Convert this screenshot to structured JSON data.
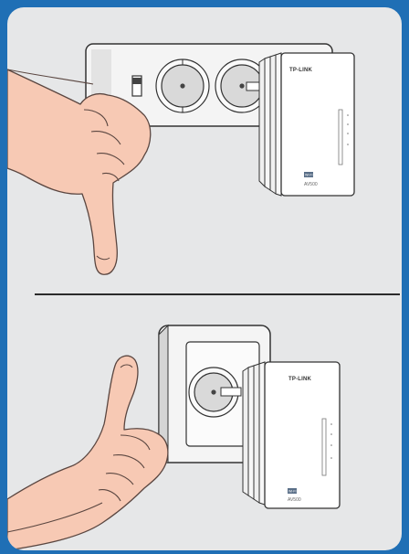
{
  "colors": {
    "border": "#1f6fb5",
    "panel": "#e6e7e8",
    "skin": "#f7c9b4",
    "skin_line": "#5a4640",
    "device": "#ffffff",
    "socket": "#dcdcdc"
  },
  "top_scene": {
    "meaning": "thumbs-down",
    "device": {
      "brand": "TP-LINK",
      "model": "AV500",
      "badge": "Wi-Fi"
    }
  },
  "bottom_scene": {
    "meaning": "thumbs-up",
    "device": {
      "brand": "TP-LINK",
      "model": "AV500",
      "badge": "Wi-Fi"
    }
  }
}
